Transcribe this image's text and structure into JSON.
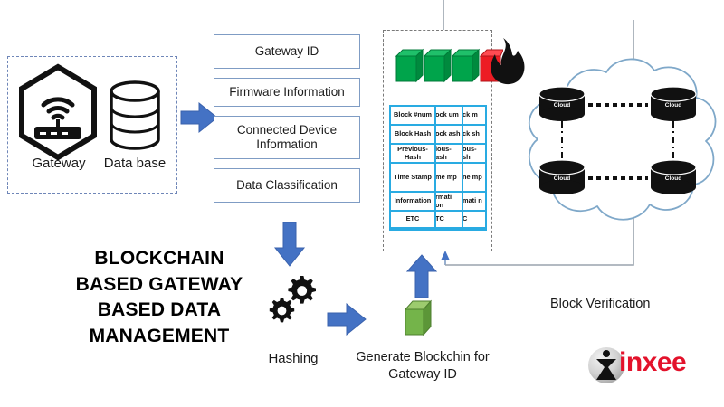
{
  "diagram": {
    "title_lines": [
      "BLOCKCHAIN",
      "BASED GATEWAY",
      "BASED DATA",
      "MANAGEMENT"
    ],
    "title_full": "BLOCKCHAIN BASED GATEWAY BASED DATA MANAGEMENT"
  },
  "source_group": {
    "gateway_label": "Gateway",
    "database_label": "Data base"
  },
  "info_boxes": [
    {
      "label": "Gateway ID"
    },
    {
      "label": "Firmware Information"
    },
    {
      "label": "Connected Device Information"
    },
    {
      "label": "Data Classification"
    }
  ],
  "process": {
    "hashing_label": "Hashing",
    "generate_label": "Generate Blockchin for Gateway ID",
    "generate_label_line1": "Generate Blockchin for",
    "generate_label_line2": "Gateway ID"
  },
  "blockchain": {
    "rows": [
      {
        "label": "Block #num",
        "col2": "ock um",
        "col3": "ck m"
      },
      {
        "label": "Block Hash",
        "col2": "ock ash",
        "col3": "ck sh"
      },
      {
        "label": "Previous-Hash",
        "col2": "ious- ash",
        "col3": "ous- sh"
      },
      {
        "label": "Time Stamp",
        "col2": "me mp",
        "col3": "ne mp"
      },
      {
        "label": "Information",
        "col2": "rmati on",
        "col3": "mati n"
      },
      {
        "label": "ETC",
        "col2": "TC",
        "col3": "C"
      }
    ],
    "cubes": [
      {
        "state": "valid"
      },
      {
        "state": "valid"
      },
      {
        "state": "valid"
      },
      {
        "state": "invalid"
      }
    ],
    "table_accent_color": "#29ABE2",
    "valid_cube_color": "#00A44B",
    "invalid_cube_color": "#ED1C24"
  },
  "cloud": {
    "nodes": [
      {
        "label": "Cloud"
      },
      {
        "label": "Cloud"
      },
      {
        "label": "Cloud"
      },
      {
        "label": "Cloud"
      }
    ],
    "verification_label": "Block Verification"
  },
  "branding": {
    "logo_text": "inxee",
    "logo_color": "#E3122B"
  },
  "colors": {
    "arrow_blue": "#4472C4",
    "box_border": "#7f9cc4",
    "dashed_border": "#6f86b8",
    "connector_gray": "#9aa3ad"
  }
}
